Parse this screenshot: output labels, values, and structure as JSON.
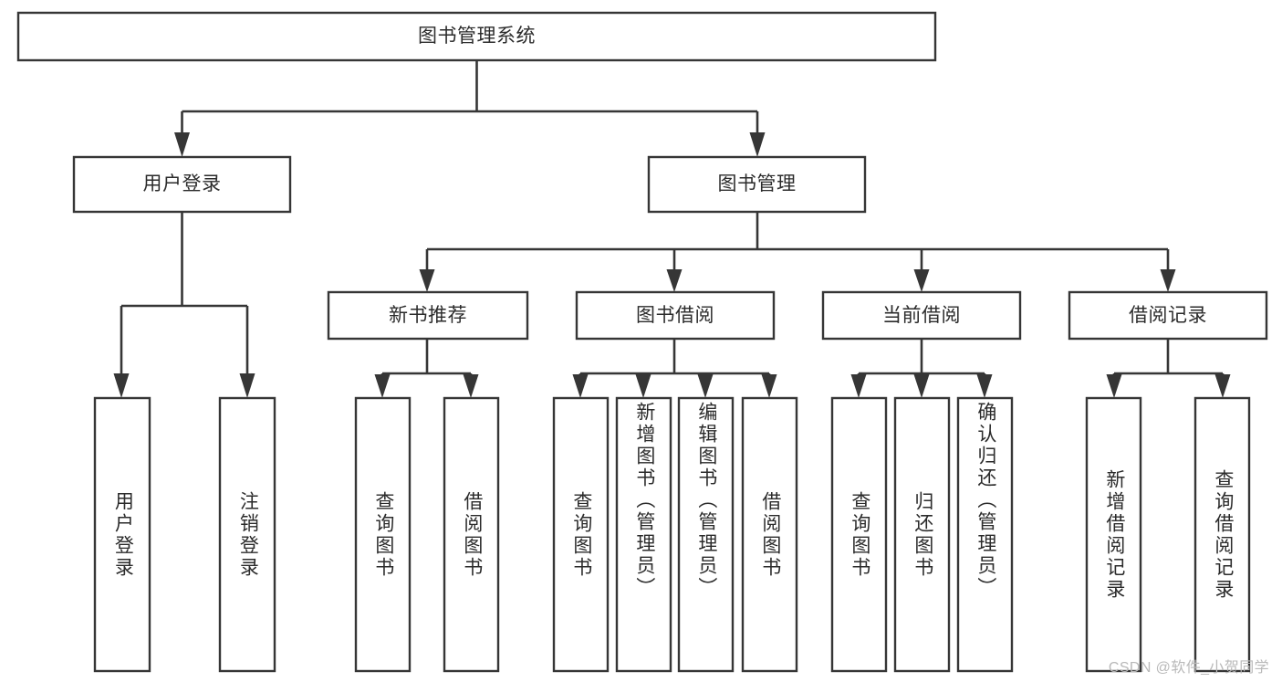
{
  "diagram": {
    "type": "tree-hierarchy",
    "title": "图书管理系统",
    "orientation": "top-down",
    "colors": {
      "box_stroke": "#363636",
      "box_fill": "#ffffff",
      "line": "#363636",
      "text": "#2b2b2b",
      "background": "#ffffff",
      "watermark": "#b9b9b9"
    },
    "levels": [
      {
        "level": 1,
        "nodes": [
          {
            "id": "root",
            "label": "图书管理系统",
            "orient": "horizontal"
          }
        ]
      },
      {
        "level": 2,
        "nodes": [
          {
            "id": "login",
            "label": "用户登录",
            "orient": "horizontal",
            "parent": "root"
          },
          {
            "id": "bookmgmt",
            "label": "图书管理",
            "orient": "horizontal",
            "parent": "root"
          }
        ]
      },
      {
        "level": 3,
        "nodes": [
          {
            "id": "newbook",
            "label": "新书推荐",
            "orient": "horizontal",
            "parent": "bookmgmt"
          },
          {
            "id": "borrow",
            "label": "图书借阅",
            "orient": "horizontal",
            "parent": "bookmgmt"
          },
          {
            "id": "current",
            "label": "当前借阅",
            "orient": "horizontal",
            "parent": "bookmgmt"
          },
          {
            "id": "records",
            "label": "借阅记录",
            "orient": "horizontal",
            "parent": "bookmgmt"
          }
        ]
      },
      {
        "level": 4,
        "nodes": [
          {
            "id": "leaf1",
            "label": "用户登录",
            "orient": "vertical",
            "parent": "login"
          },
          {
            "id": "leaf2",
            "label": "注销登录",
            "orient": "vertical",
            "parent": "login"
          },
          {
            "id": "leaf3",
            "label": "查询图书",
            "orient": "vertical",
            "parent": "newbook"
          },
          {
            "id": "leaf4",
            "label": "借阅图书",
            "orient": "vertical",
            "parent": "newbook"
          },
          {
            "id": "leaf5",
            "label": "查询图书",
            "orient": "vertical",
            "parent": "borrow"
          },
          {
            "id": "leaf6",
            "label": "新增图书（管理员）",
            "orient": "vertical",
            "parent": "borrow"
          },
          {
            "id": "leaf7",
            "label": "编辑图书（管理员）",
            "orient": "vertical",
            "parent": "borrow"
          },
          {
            "id": "leaf8",
            "label": "借阅图书",
            "orient": "vertical",
            "parent": "borrow"
          },
          {
            "id": "leaf9",
            "label": "查询图书",
            "orient": "vertical",
            "parent": "current"
          },
          {
            "id": "leaf10",
            "label": "归还图书",
            "orient": "vertical",
            "parent": "current"
          },
          {
            "id": "leaf11",
            "label": "确认归还（管理员）",
            "orient": "vertical",
            "parent": "current"
          },
          {
            "id": "leaf12",
            "label": "新增借阅记录",
            "orient": "vertical",
            "parent": "records"
          },
          {
            "id": "leaf13",
            "label": "查询借阅记录",
            "orient": "vertical",
            "parent": "records"
          }
        ]
      }
    ]
  },
  "watermark": {
    "text": "CSDN @软件_小贺同学"
  }
}
